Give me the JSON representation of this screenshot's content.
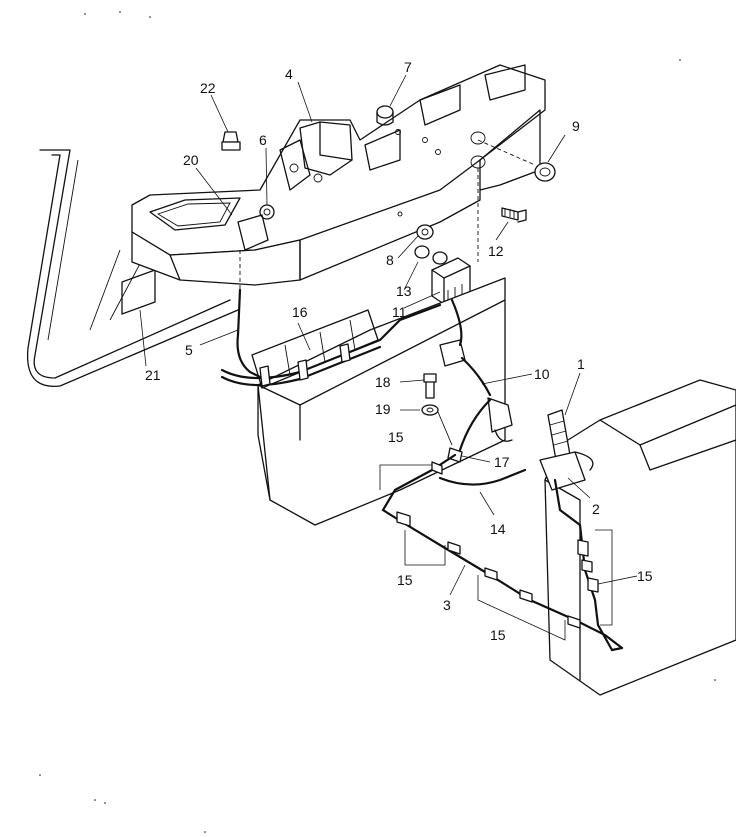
{
  "callouts": {
    "c1": "1",
    "c2": "2",
    "c3": "3",
    "c4": "4",
    "c5": "5",
    "c6": "6",
    "c7": "7",
    "c8": "8",
    "c9": "9",
    "c10": "10",
    "c11": "11",
    "c12": "12",
    "c13": "13",
    "c14": "14",
    "c15a": "15",
    "c15b": "15",
    "c15c": "15",
    "c15d": "15",
    "c16": "16",
    "c17": "17",
    "c18": "18",
    "c19": "19",
    "c20": "20",
    "c21": "21",
    "c22": "22"
  },
  "colors": {
    "ink": "#111111",
    "paper": "#ffffff"
  }
}
